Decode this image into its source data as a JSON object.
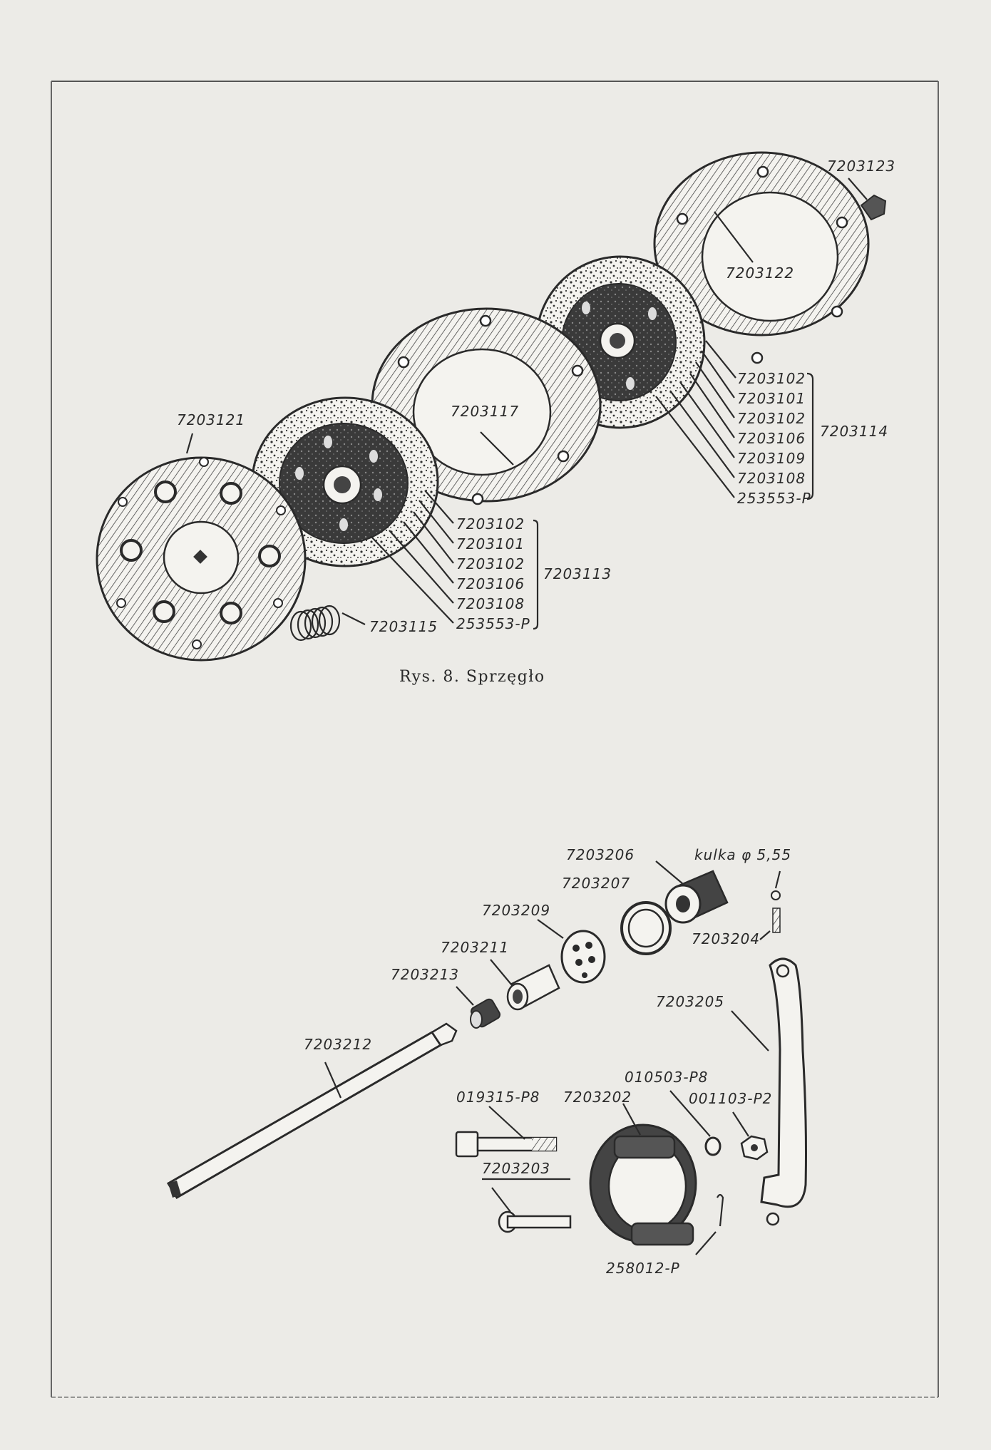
{
  "figure8": {
    "caption": "Rys. 8. Sprzęgło",
    "labels": {
      "p7203123": "7203123",
      "p7203122": "7203122",
      "p7203117": "7203117",
      "p7203121": "7203121",
      "p7203115": "7203115",
      "p7203114": "7203114",
      "p7203113": "7203113"
    },
    "group_upper": [
      "7203102",
      "7203101",
      "7203102",
      "7203106",
      "7203109",
      "7203108",
      "253553-P"
    ],
    "group_lower": [
      "7203102",
      "7203101",
      "7203102",
      "7203106",
      "7203108",
      "253553-P"
    ]
  },
  "figure9": {
    "labels": {
      "p7203206": "7203206",
      "kulka": "kulka φ 5,55",
      "p7203207": "7203207",
      "p7203209": "7203209",
      "p7203204": "7203204",
      "p7203211": "7203211",
      "p7203213": "7203213",
      "p7203205": "7203205",
      "p7203212": "7203212",
      "p010503": "010503-P8",
      "p019315": "019315-P8",
      "p7203202": "7203202",
      "p001103": "001103-P2",
      "p7203203": "7203203",
      "p258012": "258012-P"
    }
  }
}
